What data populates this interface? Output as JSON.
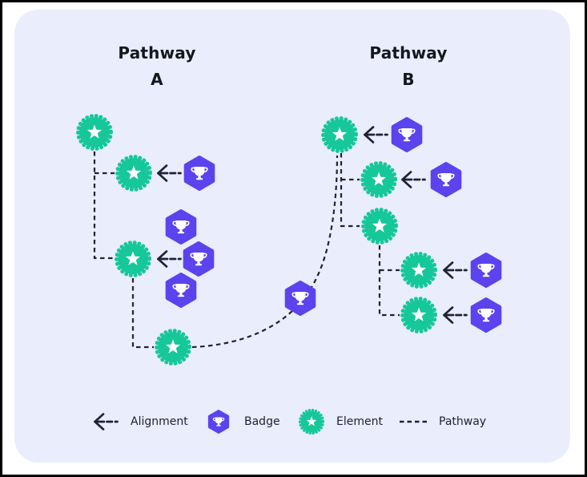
{
  "titles": {
    "pathway_a": {
      "line1": "Pathway",
      "line2": "A"
    },
    "pathway_b": {
      "line1": "Pathway",
      "line2": "B"
    }
  },
  "legend": {
    "items": [
      {
        "icon": "alignment-arrow-icon",
        "label": "Alignment"
      },
      {
        "icon": "badge-hexagon-icon",
        "label": "Badge"
      },
      {
        "icon": "element-seal-icon",
        "label": "Element"
      },
      {
        "icon": "pathway-dash-icon",
        "label": "Pathway"
      }
    ]
  },
  "colors": {
    "element_green": "#16C79A",
    "badge_purple": "#5B43EE",
    "line_dark": "#1D2235",
    "panel_background": "#E9EDFC",
    "icon_white": "#FFFFFF",
    "text_dark": "#16161E",
    "legend_text": "#1B2133"
  },
  "diagram": {
    "pathways": [
      {
        "id": "A",
        "title": "Pathway A",
        "elements": [
          {
            "id": "a1",
            "badges": 0,
            "alignment": false
          },
          {
            "id": "a2",
            "badges": 1,
            "alignment": true
          },
          {
            "id": "a3",
            "badges": 3,
            "alignment": true
          },
          {
            "id": "a4",
            "badges": 0,
            "alignment": false
          }
        ]
      },
      {
        "id": "B",
        "title": "Pathway B",
        "elements": [
          {
            "id": "b1",
            "badges": 1,
            "alignment": true
          },
          {
            "id": "b2",
            "badges": 1,
            "alignment": true
          },
          {
            "id": "b3",
            "badges": 0,
            "alignment": false
          },
          {
            "id": "b4",
            "badges": 1,
            "alignment": true
          },
          {
            "id": "b5",
            "badges": 1,
            "alignment": true
          }
        ]
      }
    ],
    "connector": {
      "from": "a4",
      "to": "b1",
      "badges": 1,
      "type": "pathway-curve"
    }
  }
}
